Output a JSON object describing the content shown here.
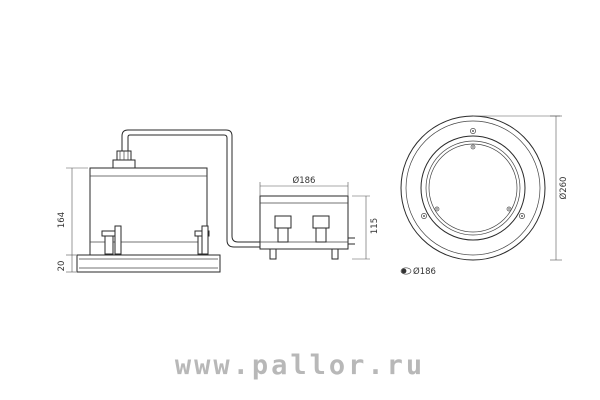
{
  "dimensions": {
    "left_height": "164",
    "left_flange": "20",
    "box_width": "Ø186",
    "box_height": "115",
    "outer_diameter": "Ø260",
    "cutout_diameter": "Ø186"
  },
  "watermark": "www.pallor.ru"
}
